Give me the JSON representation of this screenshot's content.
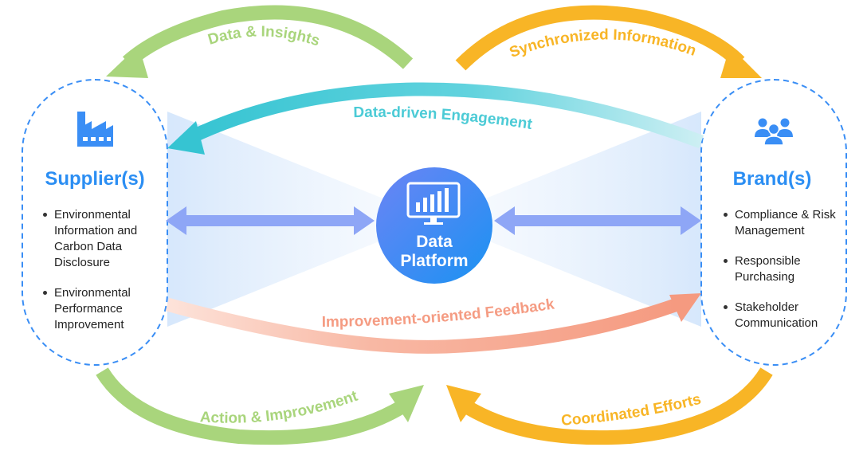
{
  "colors": {
    "green": "#a9d57c",
    "orange": "#f8b526",
    "teal": "#4ccbd6",
    "salmon": "#f59c83",
    "blue": "#3a8ef5",
    "arrow_blue": "#8ea6f6",
    "dashed_border": "#3a8ef5"
  },
  "arcs": {
    "top_left": "Data & Insights",
    "top_right": "Synchronized Information",
    "upper_middle": "Data-driven Engagement",
    "lower_middle": "Improvement-oriented Feedback",
    "bottom_left": "Action & Improvement",
    "bottom_right": "Coordinated Efforts"
  },
  "supplier": {
    "icon": "factory-icon",
    "title": "Supplier(s)",
    "bullets": [
      "Environmental Information and Carbon Data Disclosure",
      "Environmental Performance Improvement"
    ]
  },
  "brand": {
    "icon": "people-icon",
    "title": "Brand(s)",
    "bullets": [
      "Compliance & Risk Management",
      "Responsible Purchasing",
      "Stakeholder Communication"
    ]
  },
  "platform": {
    "icon": "monitor-chart-icon",
    "line1": "Data",
    "line2": "Platform"
  }
}
